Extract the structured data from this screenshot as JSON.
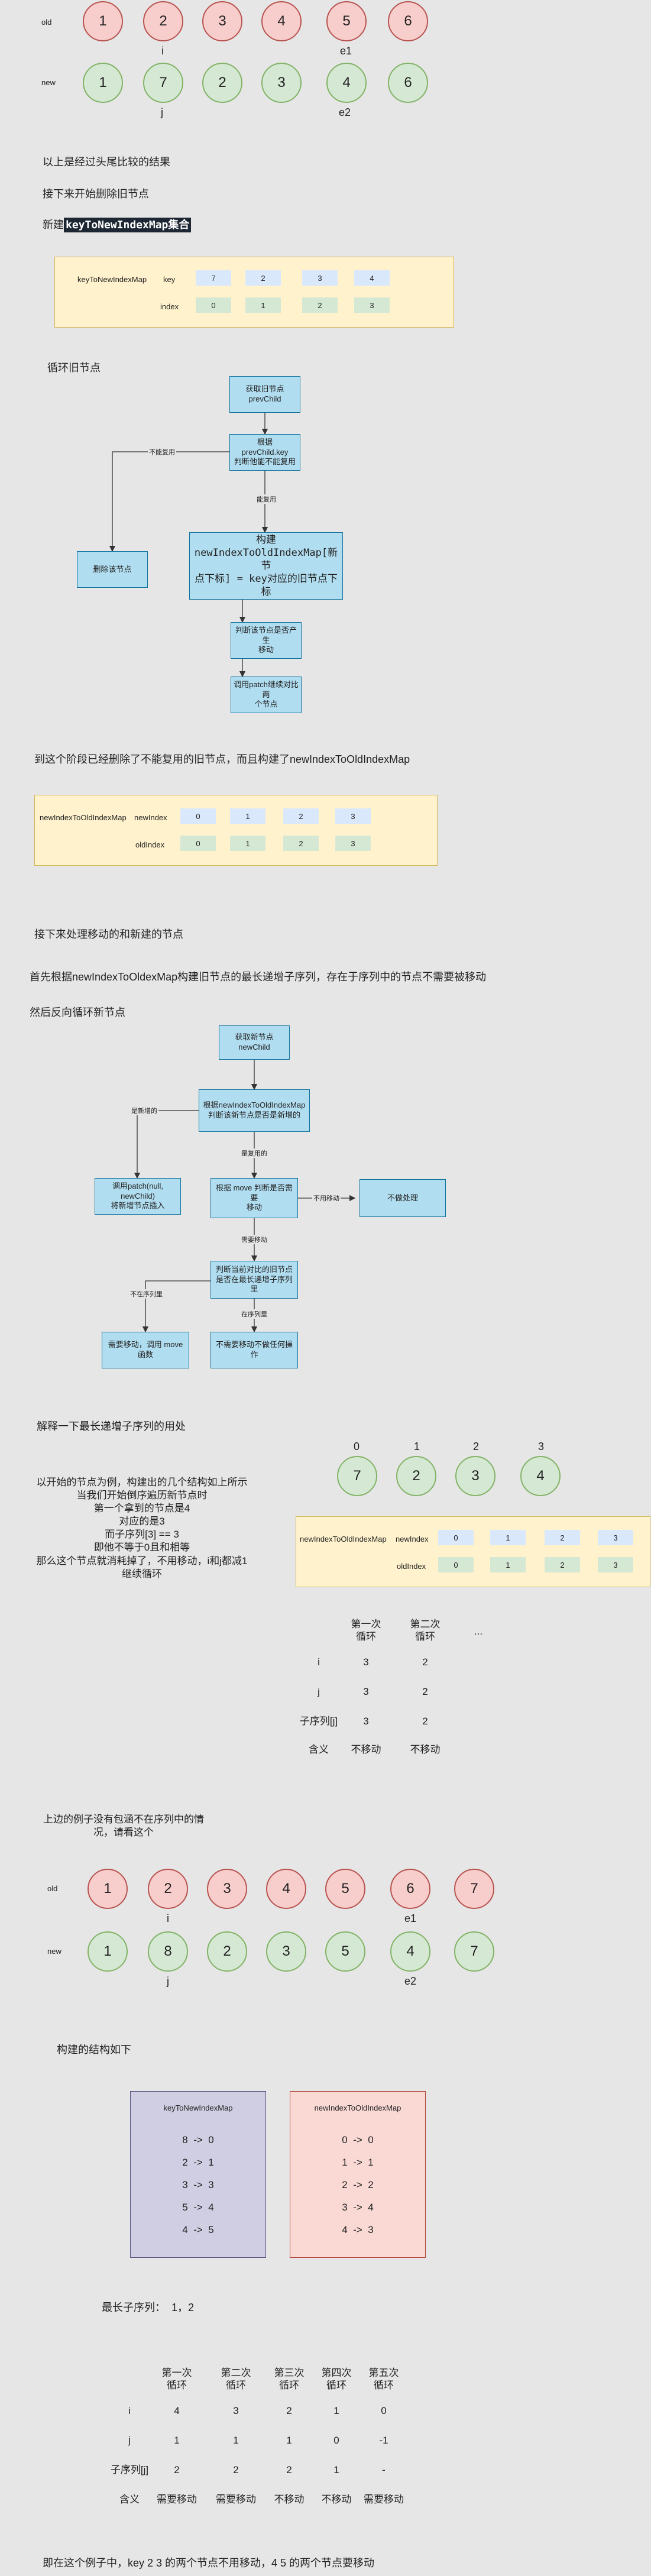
{
  "sec1": {
    "old_label": "old",
    "new_label": "new",
    "old_nodes": [
      "1",
      "2",
      "3",
      "4",
      "5",
      "6"
    ],
    "new_nodes": [
      "1",
      "7",
      "2",
      "3",
      "4",
      "6"
    ],
    "i": "i",
    "e1": "e1",
    "j": "j",
    "e2": "e2"
  },
  "text": {
    "t1": "以上是经过头尾比较的结果",
    "t2": "接下来开始删除旧节点",
    "t3_prefix": "新建",
    "t3_hl": "keyToNewIndexMap集合",
    "t4": "循环旧节点",
    "t5": "到这个阶段已经删除了不能复用的旧节点，而且构建了newIndexToOldIndexMap",
    "t6": "接下来处理移动的和新建的节点",
    "t7": "首先根据newIndexToOldexMap构建旧节点的最长递增子序列，存在于序列中的节点不需要被移动",
    "t8": "然后反向循环新节点",
    "t9": "解释一下最长递增子序列的用处",
    "t10": "以开始的节点为例，构建出的几个结构如上所示\n当我们开始倒序遍历新节点时\n第一个拿到的节点是4\n对应的是3\n而子序列[3] == 3\n即他不等于0且和相等\n那么这个节点就消耗掉了，不用移动，i和j都减1\n继续循环",
    "t11": "上边的例子没有包涵不在序列中的情\n况，请看这个",
    "t12": "构建的结构如下",
    "t13": "最长子序列：  1，2",
    "t14": "即在这个例子中，key 2  3 的两个节点不用移动，4 5 的两个节点要移动"
  },
  "map1": {
    "name": "keyToNewIndexMap",
    "key_label": "key",
    "index_label": "index",
    "keys": [
      "7",
      "2",
      "3",
      "4"
    ],
    "indexes": [
      "0",
      "1",
      "2",
      "3"
    ]
  },
  "flow1": {
    "n1": "获取旧节点\nprevChild",
    "n2": "根据\nprevChild.key\n判断他能不能复用",
    "n3": "删除该节点",
    "n4": "构建\nnewIndexToOldIndexMap[新节\n点下标] = key对应的旧节点下标",
    "n5": "判断该节点是否产生\n移动",
    "n6": "调用patch继续对比两\n个节点",
    "e_no": "不能复用",
    "e_yes": "能复用"
  },
  "map2": {
    "name": "newIndexToOldIndexMap",
    "row1_label": "newIndex",
    "row2_label": "oldIndex",
    "row1": [
      "0",
      "1",
      "2",
      "3"
    ],
    "row2": [
      "0",
      "1",
      "2",
      "3"
    ]
  },
  "flow2": {
    "n1": "获取新节点newChild",
    "n2": "根据newIndexToOldIndexMap\n判断该新节点是否是新增的",
    "n3": "调用patch(null, newChild)\n将新增节点插入",
    "n4": "根据 move 判断是否需要\n移动",
    "n5": "不做处理",
    "n6": "判断当前对比的旧节点\n是否在最长递增子序列里",
    "n7": "需要移动，调用 move函数",
    "n8": "不需要移动不做任何操作",
    "e_new": "是新增的",
    "e_notnew": "是复用的",
    "e_nomove": "不用移动",
    "e_move": "需要移动",
    "e_notin": "不在序列里",
    "e_in": "在序列里"
  },
  "sec2": {
    "top_idx": [
      "0",
      "1",
      "2",
      "3"
    ],
    "nodes": [
      "7",
      "2",
      "3",
      "4"
    ],
    "map_name": "newIndexToOldIndexMap",
    "row1_label": "newIndex",
    "row2_label": "oldIndex",
    "row1": [
      "0",
      "1",
      "2",
      "3"
    ],
    "row2": [
      "0",
      "1",
      "2",
      "3"
    ],
    "table": {
      "headers": [
        "第一次\n循环",
        "第二次\n循环",
        "..."
      ],
      "rows": [
        {
          "label": "i",
          "vals": [
            "3",
            "2"
          ]
        },
        {
          "label": "j",
          "vals": [
            "3",
            "2"
          ]
        },
        {
          "label": "子序列[j]",
          "vals": [
            "3",
            "2"
          ]
        },
        {
          "label": "含义",
          "vals": [
            "不移动",
            "不移动"
          ]
        }
      ]
    }
  },
  "sec3": {
    "old_label": "old",
    "new_label": "new",
    "old_nodes": [
      "1",
      "2",
      "3",
      "4",
      "5",
      "6",
      "7"
    ],
    "new_nodes": [
      "1",
      "8",
      "2",
      "3",
      "5",
      "4",
      "7"
    ],
    "i": "i",
    "e1": "e1",
    "j": "j",
    "e2": "e2"
  },
  "maps3": {
    "left_title": "keyToNewIndexMap",
    "left_rows": [
      "8  ->  0",
      "2  ->  1",
      "3  ->  3",
      "5  ->  4",
      "4  ->  5"
    ],
    "right_title": "newIndexToOldIndexMap",
    "right_rows": [
      "0  ->  0",
      "1  ->  1",
      "2  ->  2",
      "3  ->  4",
      "4  ->  3"
    ]
  },
  "table3": {
    "headers": [
      "第一次\n循环",
      "第二次\n循环",
      "第三次\n循环",
      "第四次\n循环",
      "第五次\n循环"
    ],
    "rows": [
      {
        "label": "i",
        "vals": [
          "4",
          "3",
          "2",
          "1",
          "0"
        ]
      },
      {
        "label": "j",
        "vals": [
          "1",
          "1",
          "1",
          "0",
          "-1"
        ]
      },
      {
        "label": "子序列[j]",
        "vals": [
          "2",
          "2",
          "2",
          "1",
          "-"
        ]
      },
      {
        "label": "含义",
        "vals": [
          "需要移动",
          "需要移动",
          "不移动",
          "不移动",
          "需要移动"
        ]
      }
    ]
  }
}
